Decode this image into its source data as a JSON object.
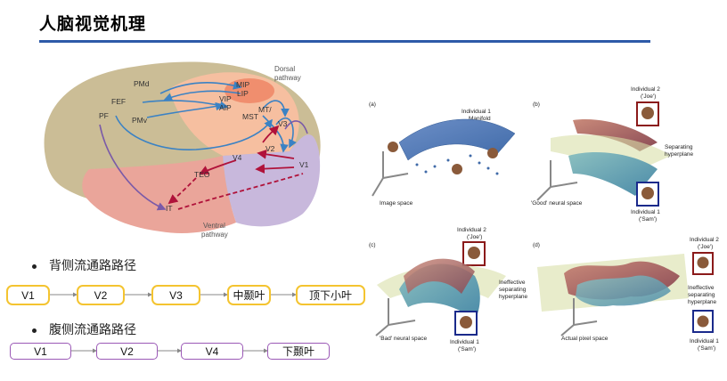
{
  "title": "人脑视觉机理",
  "brain": {
    "labels": {
      "pmd": "PMd",
      "fef": "FEF",
      "pf": "PF",
      "pmv": "PMv",
      "mip": "MIP",
      "lip": "LIP",
      "vip": "VIP",
      "aip": "AIP",
      "mt": "MT/",
      "mst": "MST",
      "v3": "V3",
      "v2": "V2",
      "v4": "V4",
      "v1": "V1",
      "teo": "TEO",
      "it": "IT",
      "dorsal": "Dorsal",
      "dorsal2": "pathway",
      "ventral": "Ventral",
      "ventral2": "pathway"
    }
  },
  "dorsal": {
    "bullet": "背侧流通路路径",
    "steps": [
      "V1",
      "V2",
      "V3",
      "中颞叶",
      "顶下小叶"
    ]
  },
  "ventral": {
    "bullet": "腹侧流通路路径",
    "steps": [
      "V1",
      "V2",
      "V4",
      "下颞叶"
    ]
  },
  "panels": {
    "a": {
      "tag": "(a)",
      "ind1": "Individual 1",
      "ind1b": "Manifold",
      "space": "Image space"
    },
    "b": {
      "tag": "(b)",
      "ind2": "Individual 2",
      "ind2b": "('Joe')",
      "sep": "Separating",
      "sep2": "hyperplane",
      "space": "'Good' neural space",
      "ind1": "Individual 1",
      "ind1b": "('Sam')"
    },
    "c": {
      "tag": "(c)",
      "ind2": "Individual 2",
      "ind2b": "('Joe')",
      "ine": "Ineffective",
      "ine2": "separating",
      "ine3": "hyperplane",
      "space": "'Bad' neural space",
      "ind1": "Individual 1",
      "ind1b": "('Sam')"
    },
    "d": {
      "tag": "(d)",
      "ind2": "Individual 2",
      "ind2b": "('Joe')",
      "ine": "Ineffective",
      "ine2": "separating",
      "ine3": "hyperplane",
      "space": "Actual pixel space",
      "ind1": "Individual 1",
      "ind1b": "('Sam')"
    }
  },
  "colors": {
    "accent": "#2e5aa8",
    "dorsal_box": "#f4c430",
    "ventral_box": "#9b59b6"
  }
}
